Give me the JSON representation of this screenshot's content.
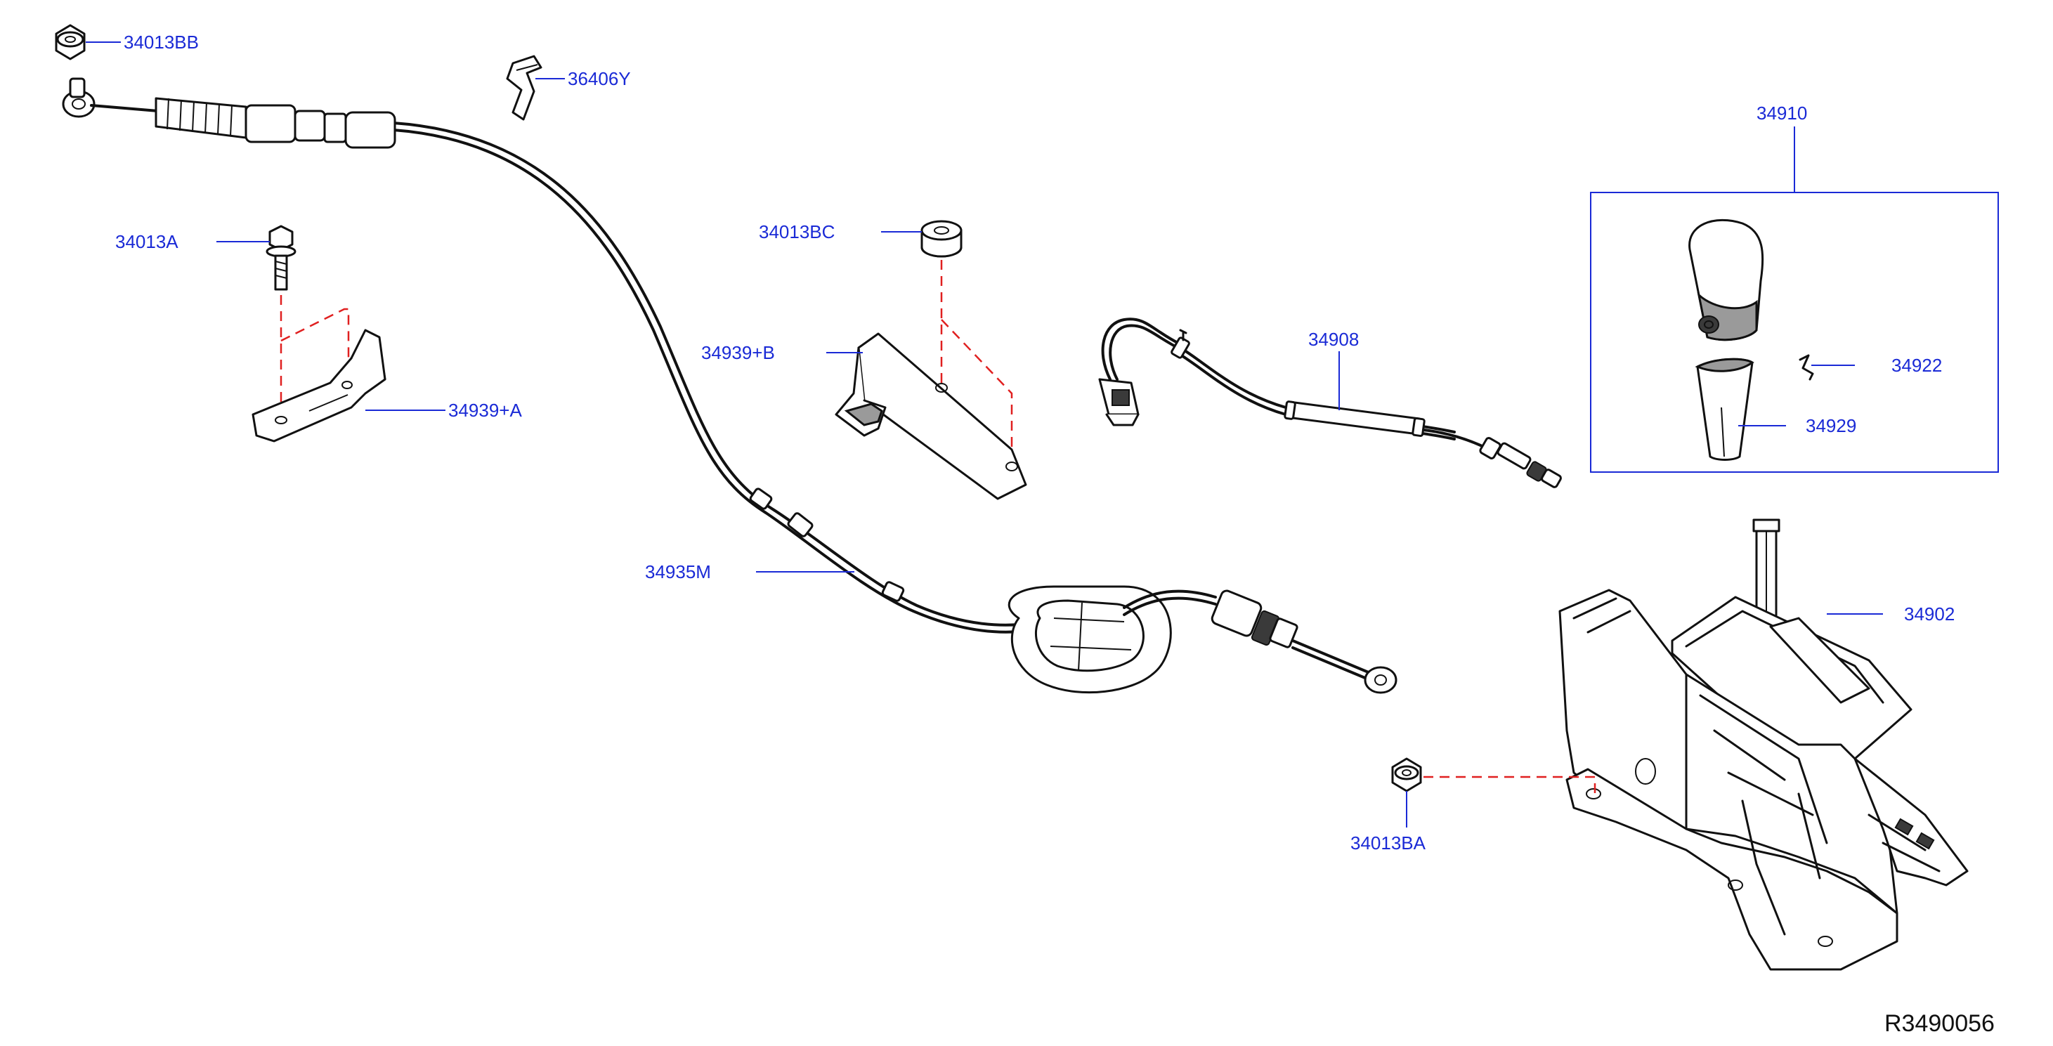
{
  "diagram": {
    "reference_code": "R3490056",
    "colors": {
      "label": "#1a2ad6",
      "assembly_line": "#e02020",
      "part_outline": "#111111"
    },
    "labels": {
      "nut_34013bb": "34013BB",
      "clip_36406y": "36406Y",
      "bolt_34013a": "34013A",
      "bracket_34939a": "34939+A",
      "grommet_34013bc": "34013BC",
      "bracket_34939b": "34939+B",
      "harness_34908": "34908",
      "knob_assy_34910": "34910",
      "spring_34922": "34922",
      "boot_34929": "34929",
      "cable_34935m": "34935M",
      "shifter_34902": "34902",
      "nut_34013ba": "34013BA"
    }
  }
}
